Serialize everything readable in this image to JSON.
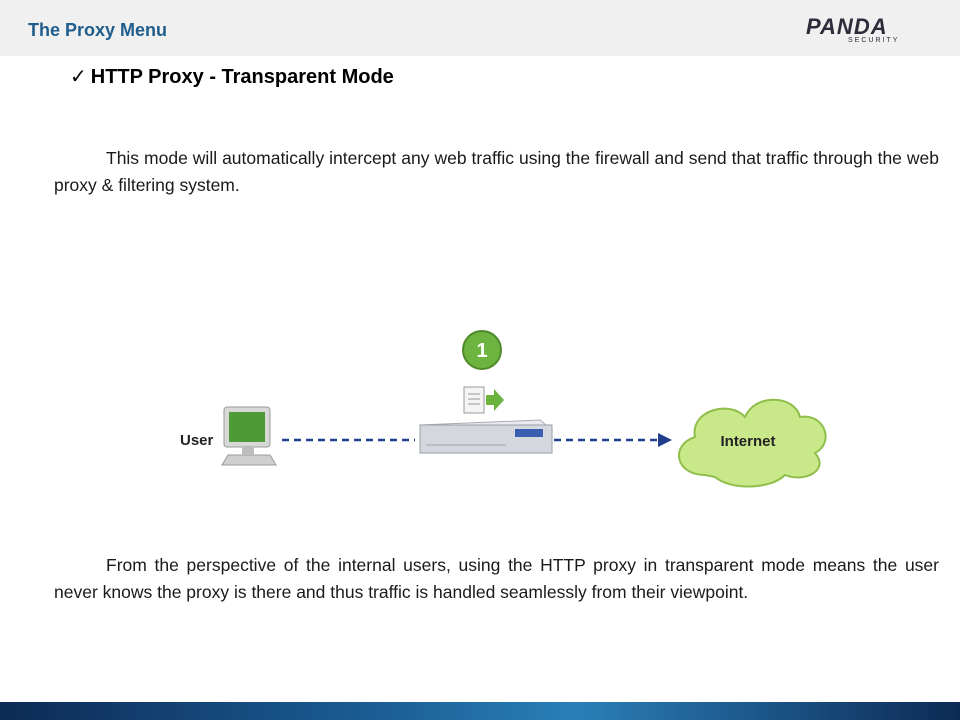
{
  "header": {
    "title": "The Proxy Menu"
  },
  "logo": {
    "name": "PANDA",
    "sub": "SECURITY"
  },
  "section": {
    "check": "✓",
    "title": "HTTP Proxy - Transparent Mode"
  },
  "paragraphs": {
    "intro": "This mode will automatically intercept any web traffic using the firewall and send that traffic through the web proxy & filtering system.",
    "outro": "From the perspective of the internal users, using the HTTP proxy in transparent mode means the user never knows the proxy is there and thus traffic is handled seamlessly from their viewpoint."
  },
  "diagram": {
    "user_label": "User",
    "internet_label": "Internet",
    "step_number": "1"
  },
  "colors": {
    "header_title": "#1f5d8c",
    "step_badge": "#6db33f",
    "arrow": "#1f3f8c",
    "cloud": "#c9e88a"
  }
}
